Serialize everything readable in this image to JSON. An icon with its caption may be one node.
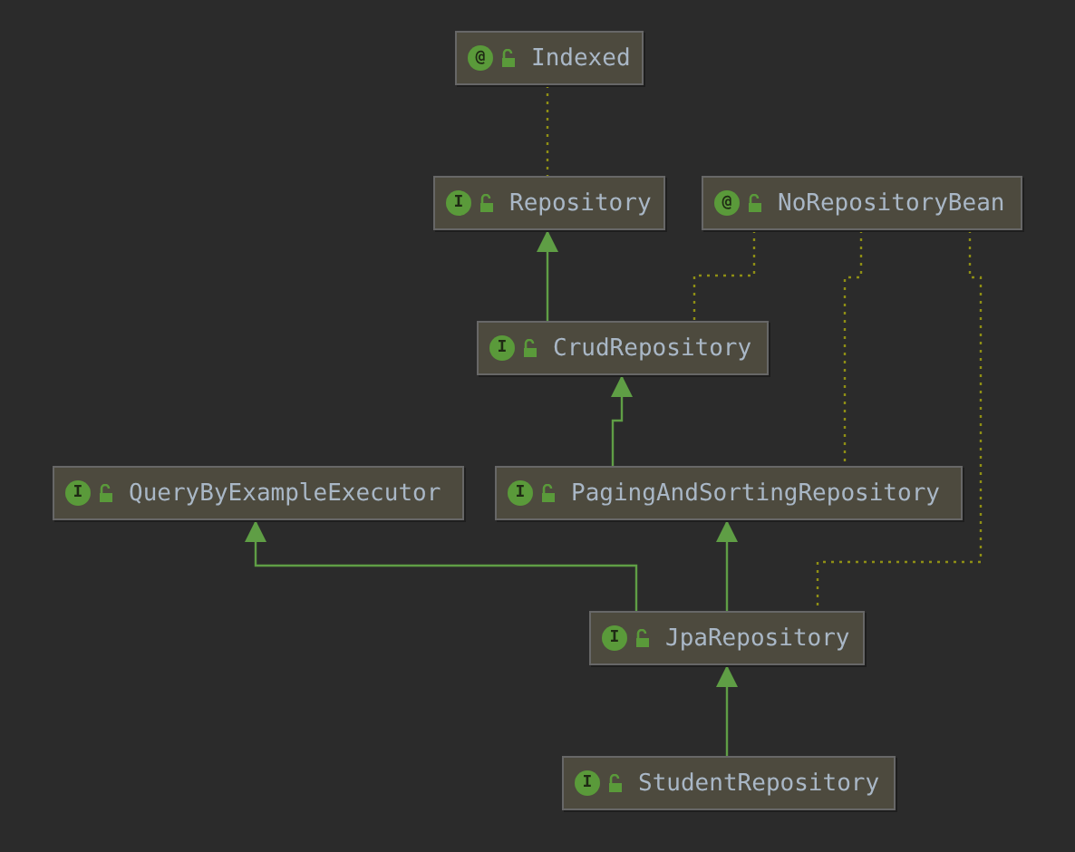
{
  "diagram": {
    "nodes": [
      {
        "text": [
          "@",
          "Indexed"
        ]
      },
      {
        "text": [
          "I",
          "Repository"
        ]
      },
      {
        "text": [
          "@",
          "NoRepositoryBean"
        ]
      },
      {
        "text": [
          "I",
          "CrudRepository"
        ]
      },
      {
        "text": [
          "I",
          "QueryByExampleExecutor"
        ]
      },
      {
        "text": [
          "I",
          "PagingAndSortingRepository"
        ]
      },
      {
        "text": [
          "I",
          "JpaRepository"
        ]
      },
      {
        "text": [
          "I",
          "StudentRepository"
        ]
      }
    ],
    "edges": [
      {
        "from": 0,
        "to": 1,
        "arrow": "none",
        "style": "dashed",
        "color": "#8f8f14"
      },
      {
        "from": 2,
        "to": 3,
        "arrow": "none",
        "style": "dashed",
        "color": "#8f8f14"
      },
      {
        "from": 2,
        "to": 5,
        "arrow": "none",
        "style": "dashed",
        "color": "#8f8f14"
      },
      {
        "from": 2,
        "to": 6,
        "arrow": "none",
        "style": "dashed",
        "color": "#8f8f14"
      },
      {
        "from": 3,
        "to": 1,
        "arrow": "to"
      },
      {
        "from": 5,
        "to": 3,
        "arrow": "to"
      },
      {
        "from": 6,
        "to": 4,
        "arrow": "to"
      },
      {
        "from": 6,
        "to": 5,
        "arrow": "to"
      },
      {
        "from": 7,
        "to": 6,
        "arrow": "to"
      }
    ]
  }
}
